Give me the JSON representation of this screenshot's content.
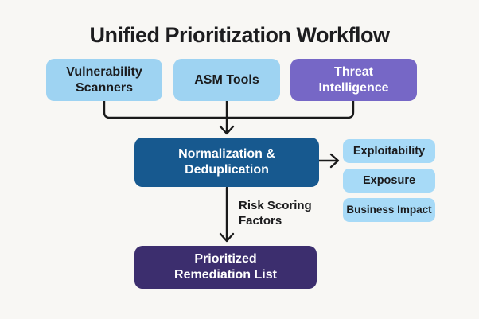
{
  "diagram": {
    "title": "Unified Prioritization Workflow",
    "sources": [
      {
        "id": "vulnerability-scanners",
        "label": "Vulnerability\nScanners"
      },
      {
        "id": "asm-tools",
        "label": "ASM Tools"
      },
      {
        "id": "threat-intelligence",
        "label": "Threat\nIntelligence"
      }
    ],
    "process": {
      "id": "normalization-deduplication",
      "label": "Normalization &\nDeduplication"
    },
    "factors": [
      {
        "id": "exploitability",
        "label": "Exploitability"
      },
      {
        "id": "exposure",
        "label": "Exposure"
      },
      {
        "id": "business-impact",
        "label": "Business Impact"
      }
    ],
    "edge_label": "Risk Scoring\nFactors",
    "output": {
      "id": "prioritized-remediation-list",
      "label": "Prioritized\nRemediation List"
    },
    "colors": {
      "background": "#F8F7F4",
      "light_blue_source": "#9ED3F2",
      "light_blue_factor": "#A7DAF7",
      "purple_source": "#7667C6",
      "process_blue": "#17598F",
      "output_purple": "#3C2E6E",
      "text_dark": "#1B1B1D",
      "text_light": "#FFFFFF",
      "connector": "#1A1A1A"
    }
  }
}
